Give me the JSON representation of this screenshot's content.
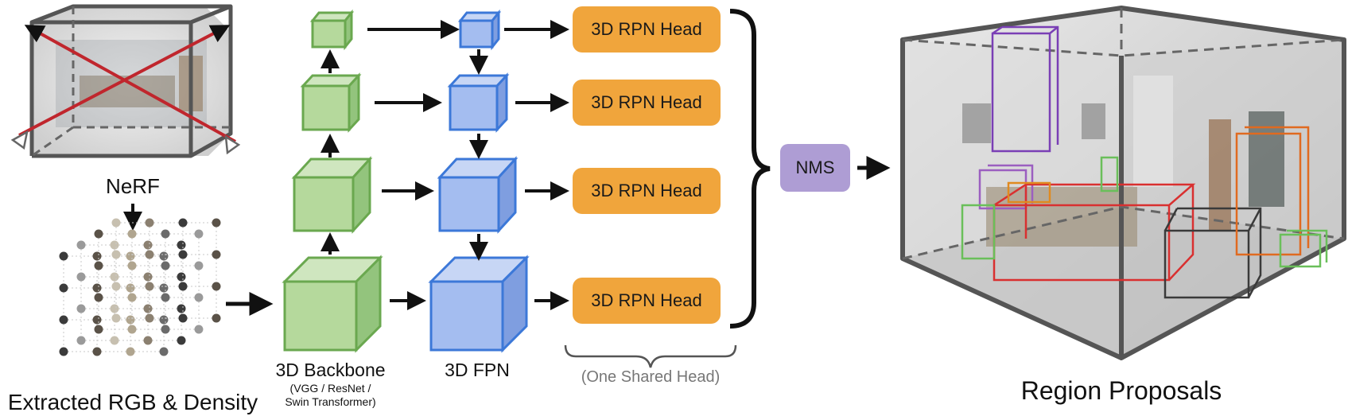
{
  "labels": {
    "nerf": "NeRF",
    "extracted": "Extracted RGB & Density",
    "backbone": "3D Backbone",
    "backbone_sub1": "(VGG / ResNet /",
    "backbone_sub2": "Swin Transformer)",
    "fpn": "3D FPN",
    "shared_head": "(One Shared Head)",
    "nms": "NMS",
    "region_proposals": "Region Proposals"
  },
  "rpn_heads": [
    "3D RPN Head",
    "3D RPN Head",
    "3D RPN Head",
    "3D RPN Head"
  ],
  "colors": {
    "backbone_fill": "#b5d99c",
    "backbone_stroke": "#6aa84f",
    "fpn_fill": "#a4bdf0",
    "fpn_stroke": "#3c78d8",
    "rpn_fill": "#f0a53c",
    "nms_fill": "#ae9dd4",
    "cross_lines": "#c0262d"
  },
  "proposal_box_colors": [
    "#7a3fb5",
    "#d93030",
    "#e08a20",
    "#3a3a3a",
    "#6abf5a",
    "#9b5fc0"
  ]
}
